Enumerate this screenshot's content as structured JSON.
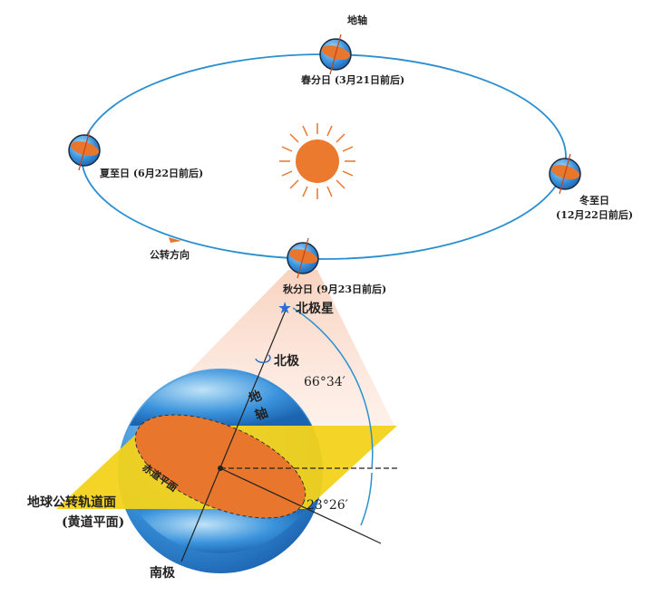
{
  "orbit": {
    "axis_label": "地轴",
    "spring": {
      "name": "春分日",
      "date": "(3月21日前后)"
    },
    "summer": {
      "name": "夏至日",
      "date": "(6月22日前后)"
    },
    "winter": {
      "name": "冬至日",
      "date": "(12月22日前后)"
    },
    "autumn": {
      "name": "秋分日",
      "date": "(9月23日前后)"
    },
    "direction": "公转方向"
  },
  "detail": {
    "polaris": "北极星",
    "north_pole": "北极",
    "angle_top": "66°34′",
    "axis": "地轴",
    "equator_plane": "赤道平面",
    "orbit_plane": "地球公转轨道面",
    "ecliptic_plane": "(黄道平面)",
    "angle_bottom": "23°26′",
    "south_pole": "南极"
  },
  "colors": {
    "orbit": "#2a8fd0",
    "ocean": "#3a8fd6",
    "land": "#e8762c",
    "plane": "#f3d21a",
    "sun": "#e8762c"
  }
}
